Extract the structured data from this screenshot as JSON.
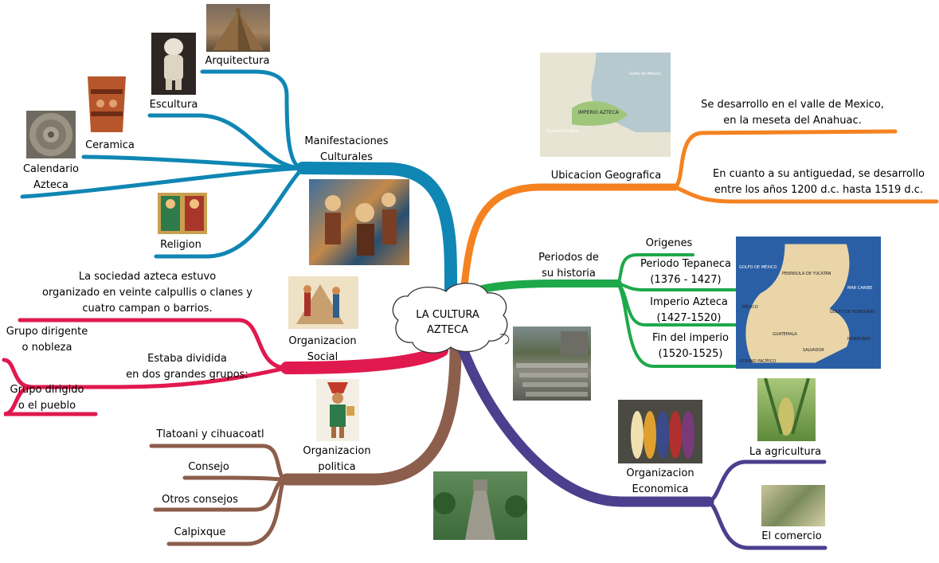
{
  "center": {
    "line1": "LA CULTURA",
    "line2": "AZTECA"
  },
  "manifestaciones": {
    "title_line1": "Manifestaciones",
    "title_line2": "Culturales",
    "arquitectura": "Arquitectura",
    "escultura": "Escultura",
    "ceramica": "Ceramica",
    "calendario_line1": "Calendario",
    "calendario_line2": "Azteca",
    "religion": "Religion"
  },
  "social": {
    "title_line1": "Organizacion",
    "title_line2": "Social",
    "desc_line1": "La sociedad azteca estuvo",
    "desc_line2": "organizado en veinte calpullis o clanes y",
    "desc_line3": "cuatro campan o barrios.",
    "division_line1": "Estaba dividida",
    "division_line2": "en dos grandes grupos:",
    "dirigente_line1": "Grupo dirigente",
    "dirigente_line2": "o nobleza",
    "dirigido_line1": "Grupo dirigido",
    "dirigido_line2": "o el pueblo"
  },
  "politica": {
    "title_line1": "Organizacion",
    "title_line2": "politica",
    "items": [
      "Tlatoani y cihuacoatl",
      "Consejo",
      "Otros consejos",
      "Calpixque"
    ]
  },
  "ubicacion": {
    "title": "Ubicacion   Geografica",
    "text1_line1": "Se desarrollo en el valle de Mexico,",
    "text1_line2": "en la meseta del Anahuac.",
    "text2_line1": "En cuanto a su antiguedad, se desarrollo",
    "text2_line2": "entre los años 1200 d.c. hasta 1519 d.c."
  },
  "map_labels": {
    "golfo": "Golfo de Mexico",
    "imperio": "IMPERIO AZTECA",
    "oceano": "Oceano Pacifico"
  },
  "periodos": {
    "title_line1": "Periodos de",
    "title_line2": "su historia",
    "origenes": "Origenes",
    "tepaneca_line1": "Periodo Tepaneca",
    "tepaneca_line2": "(1376 - 1427)",
    "imperio_line1": "Imperio Azteca",
    "imperio_line2": "(1427-1520)",
    "fin_line1": "Fin del imperio",
    "fin_line2": "(1520-1525)"
  },
  "maya_map_labels": {
    "golfo": "GOLFO DE MÉXICO",
    "peninsula": "PENÍNSULA DE YUCATÁN",
    "mar_caribe": "MAR CARIBE",
    "mexico": "MÉXICO",
    "golfo_honduras": "GOLFO DE HONDURAS",
    "guatemala": "GUATEMALA",
    "honduras": "HONDURAS",
    "salvador": "SALVADOR",
    "oceano": "OCÉANO PACÍFICO"
  },
  "economica": {
    "title_line1": "Organizacion",
    "title_line2": "Economica",
    "agricultura": "La agricultura",
    "comercio": "El comercio"
  },
  "colors": {
    "manifestaciones": "#0f86b4",
    "social": "#e0194f",
    "politica": "#8c5e4c",
    "ubicacion": "#f58220",
    "periodos": "#1ea84a",
    "economica": "#4b3f8e"
  }
}
